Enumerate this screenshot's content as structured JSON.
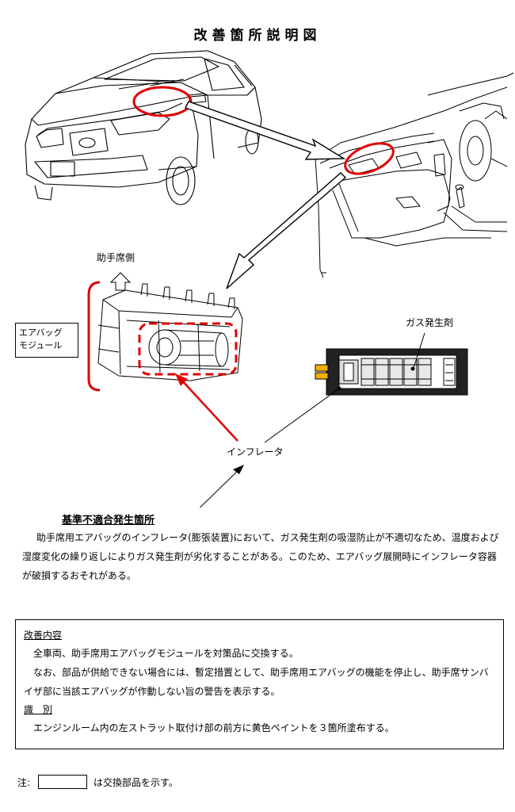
{
  "page": {
    "title": "改善箇所説明図"
  },
  "labels": {
    "passenger_side": "助手席側",
    "airbag_module_line1": "エアバッグ",
    "airbag_module_line2": "モジュール",
    "gas_generant": "ガス発生剤",
    "inflator": "インフレータ"
  },
  "defect": {
    "heading": "基準不適合発生箇所",
    "text": "助手席用エアバッグのインフレータ(膨張装置)において、ガス発生剤の吸湿防止が不適切なため、温度および湿度変化の繰り返しによりガス発生剤が劣化することがある。このため、エアバッグ展開時にインフレータ容器が破損するおそれがある。"
  },
  "improvement": {
    "heading": "改善内容",
    "paragraph1": "全車両、助手席用エアバッグモジュールを対策品に交換する。",
    "paragraph2": "なお、部品が供給できない場合には、暫定措置として、助手席用エアバッグの機能を停止し、助手席サンバイザ部に当該エアバッグが作動しない旨の警告を表示する。",
    "identification_heading": "識　別",
    "identification_text": "エンジンルーム内の左ストラット取付け部の前方に黄色ペイントを３箇所塗布する。"
  },
  "note": {
    "prefix": "注:",
    "suffix": "は交換部品を示す。"
  },
  "colors": {
    "highlight": "#e00000",
    "line": "#000000"
  }
}
